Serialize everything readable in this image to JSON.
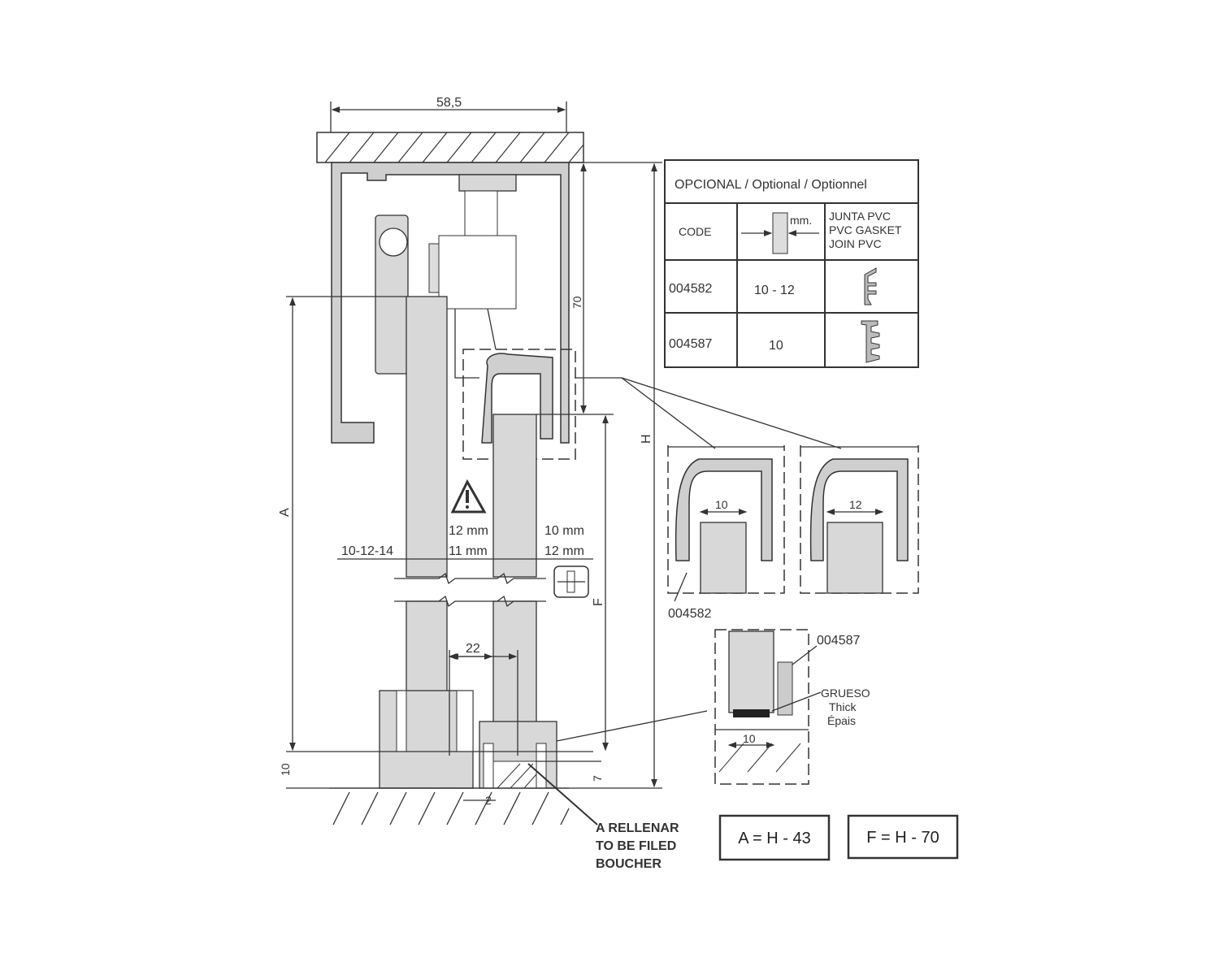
{
  "dimensions": {
    "top_width": "58,5",
    "track_height": "70",
    "H": "H",
    "A": "A",
    "F": "F",
    "bottom_10": "10",
    "bottom_7": "7",
    "gap_22": "22",
    "gap_2": "2",
    "glass_left": "10-12-14",
    "glass_mid_1": "12 mm",
    "glass_mid_2": "11 mm",
    "glass_right_1": "10 mm",
    "glass_right_2": "12 mm"
  },
  "fill_note": [
    "A RELLENAR",
    "TO BE FILED",
    "BOUCHER"
  ],
  "formulas": [
    "A = H - 43",
    "F = H - 70"
  ],
  "optional_table": {
    "title": "OPCIONAL / Optional / Optionnel",
    "headers": {
      "code": "CODE",
      "mm": "mm.",
      "gasket": [
        "JUNTA PVC",
        "PVC GASKET",
        "JOIN PVC"
      ]
    },
    "rows": [
      {
        "code": "004582",
        "mm": "10 - 12"
      },
      {
        "code": "004587",
        "mm": "10"
      }
    ]
  },
  "details": {
    "detail_1_width": "10",
    "detail_2_width": "12",
    "detail_1_code": "004582",
    "detail_3_code": "004587",
    "detail_3_label": [
      "GRUESO",
      "Thick",
      "Épais"
    ],
    "detail_3_width": "10"
  }
}
